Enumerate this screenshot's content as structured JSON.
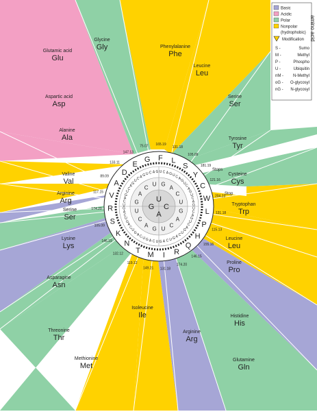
{
  "colors": {
    "basic": "#a6a6d6",
    "acidic": "#f3a0c4",
    "polar": "#8fd1a6",
    "nonpolar": "#ffd200",
    "modification": "#ffd200"
  },
  "side_title": "amino acid",
  "legend": {
    "categories": [
      {
        "label": "Basic",
        "key": "basic"
      },
      {
        "label": "Acidic",
        "key": "acidic"
      },
      {
        "label": "Polar",
        "key": "polar"
      },
      {
        "label": "Nonpolar",
        "key": "nonpolar"
      }
    ],
    "hydrophobic": "(hydrophobic)",
    "modification_title": "Modification",
    "mods": [
      {
        "code": "S -",
        "name": "Sumo"
      },
      {
        "code": "M -",
        "name": "Methyl"
      },
      {
        "code": "P -",
        "name": "Phospho"
      },
      {
        "code": "U -",
        "name": "Ubiquitin"
      },
      {
        "code": "nM -",
        "name": "N-Methyl"
      },
      {
        "code": "oG -",
        "name": "O-glycosyl"
      },
      {
        "code": "nG -",
        "name": "N-glycosyl"
      }
    ]
  },
  "amino_acids": [
    {
      "name": "Glutamic acid",
      "abbr": "Glu",
      "type": "acidic"
    },
    {
      "name": "Glycine",
      "abbr": "Gly",
      "type": "polar"
    },
    {
      "name": "Phenylalanine",
      "abbr": "Phe",
      "type": "nonpolar"
    },
    {
      "name": "Leucine",
      "abbr": "Leu",
      "type": "nonpolar"
    },
    {
      "name": "Aspartic acid",
      "abbr": "Asp",
      "type": "acidic"
    },
    {
      "name": "Serine",
      "abbr": "Ser",
      "type": "polar"
    },
    {
      "name": "Alanine",
      "abbr": "Ala",
      "type": "nonpolar"
    },
    {
      "name": "Tyrosine",
      "abbr": "Tyr",
      "type": "polar"
    },
    {
      "name": "Valine",
      "abbr": "Val",
      "type": "nonpolar"
    },
    {
      "name": "Cysteine",
      "abbr": "Cys",
      "type": "polar"
    },
    {
      "name": "Arginine",
      "abbr": "Arg",
      "type": "basic"
    },
    {
      "name": "Tryptophan",
      "abbr": "Trp",
      "type": "nonpolar"
    },
    {
      "name": "Serine",
      "abbr": "Ser",
      "type": "polar"
    },
    {
      "name": "Leucine",
      "abbr": "Leu",
      "type": "nonpolar"
    },
    {
      "name": "Lysine",
      "abbr": "Lys",
      "type": "basic"
    },
    {
      "name": "Proline",
      "abbr": "Pro",
      "type": "nonpolar"
    },
    {
      "name": "Asparagine",
      "abbr": "Asn",
      "type": "polar"
    },
    {
      "name": "Histidine",
      "abbr": "His",
      "type": "basic"
    },
    {
      "name": "Threonine",
      "abbr": "Thr",
      "type": "polar"
    },
    {
      "name": "Glutamine",
      "abbr": "Gln",
      "type": "polar"
    },
    {
      "name": "Methionine",
      "abbr": "Met",
      "type": "nonpolar"
    },
    {
      "name": "Isoleucine",
      "abbr": "Ile",
      "type": "nonpolar"
    },
    {
      "name": "Arginine",
      "abbr": "Arg",
      "type": "basic"
    }
  ],
  "stops": [
    "Stops",
    "Stop"
  ],
  "ring_letters": [
    "G",
    "F",
    "L",
    "S",
    "Y",
    "C",
    "W",
    "L",
    "P",
    "H",
    "Q",
    "R",
    "I",
    "M",
    "T",
    "N",
    "K",
    "S",
    "R",
    "V",
    "A",
    "D",
    "E"
  ],
  "masses": [
    "75.07",
    "165.19",
    "131.18",
    "105.09",
    "181.19",
    "121.16",
    "204.23",
    "131.18",
    "115.13",
    "155.16",
    "146.15",
    "174.20",
    "131.18",
    "149.21",
    "119.12",
    "132.12",
    "146.19",
    "105.09",
    "174.20",
    "117.15",
    "89.09",
    "133.11",
    "147.13"
  ],
  "center_bases": [
    "U",
    "C",
    "A",
    "G"
  ],
  "nucleotides_ring2": [
    "G",
    "A",
    "C",
    "U",
    "G",
    "A",
    "C",
    "U",
    "G",
    "A",
    "C",
    "U",
    "G",
    "A",
    "C",
    "U"
  ],
  "nucleotides_ring3": [
    "U",
    "C",
    "A",
    "G",
    "U",
    "C",
    "A",
    "G",
    "U",
    "C",
    "A",
    "G",
    "U",
    "C",
    "A",
    "G",
    "U",
    "C",
    "A",
    "G",
    "U",
    "C",
    "A",
    "G",
    "U",
    "C",
    "A",
    "G",
    "U",
    "C",
    "A",
    "G",
    "U",
    "C",
    "A",
    "G",
    "U",
    "C",
    "A",
    "G",
    "U",
    "C",
    "A",
    "G",
    "U",
    "C",
    "A",
    "G",
    "U",
    "C",
    "A",
    "G",
    "U",
    "C",
    "A",
    "G",
    "U",
    "C",
    "A",
    "G",
    "U",
    "C",
    "A",
    "G"
  ]
}
